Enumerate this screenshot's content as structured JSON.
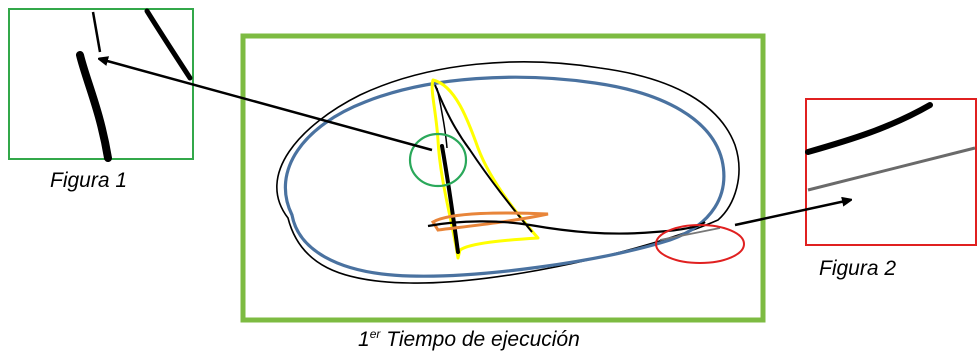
{
  "figure1": {
    "caption": "Figura 1",
    "border_color": "#33a84a"
  },
  "figure2": {
    "caption": "Figura 2",
    "border_color": "#e02020"
  },
  "main_panel": {
    "caption_number": "1",
    "caption_superscript": "er",
    "caption_text": " Tiempo de ejecución",
    "border_color": "#7dbb42"
  },
  "colors": {
    "blue_outline": "#4a72a0",
    "yellow_highlight": "#ffff00",
    "orange_highlight": "#e8853a",
    "green_circle": "#2aa85a",
    "red_ellipse": "#e02020",
    "ink": "#000000"
  }
}
